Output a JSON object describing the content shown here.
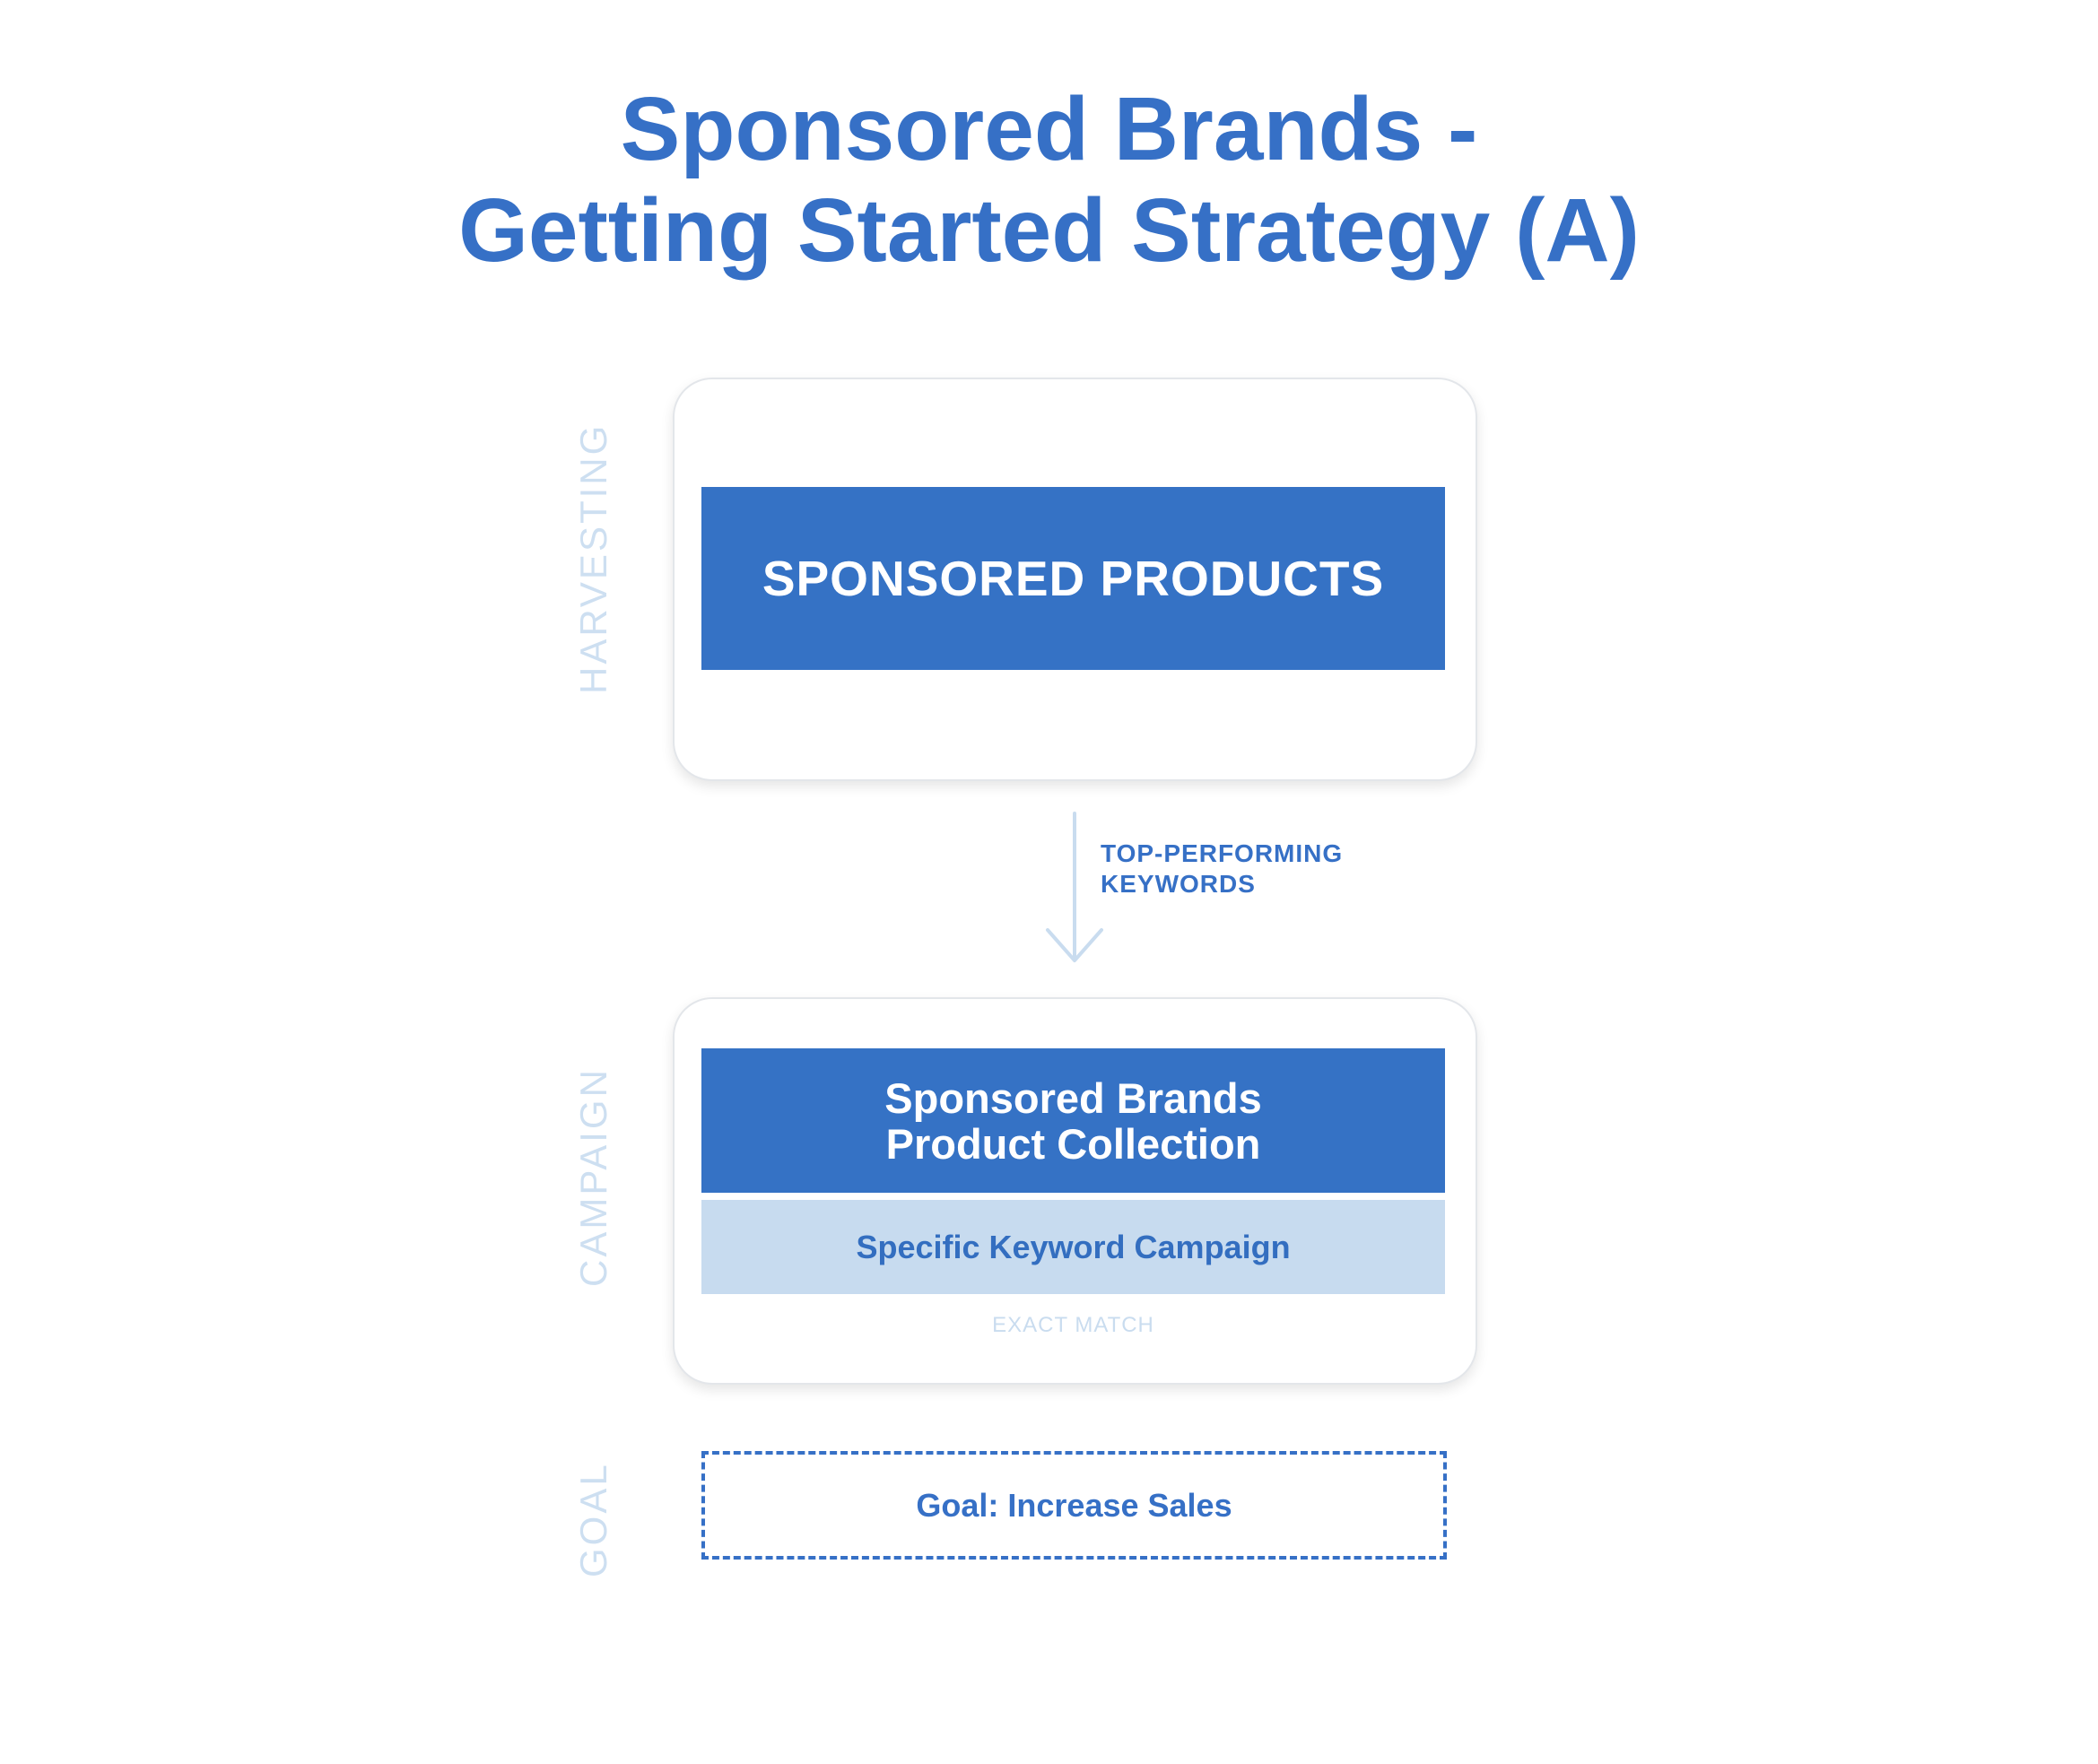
{
  "title": {
    "line1": "Sponsored Brands -",
    "line2": "Getting Started Strategy (A)"
  },
  "stages": {
    "harvesting": "HARVESTING",
    "campaign": "CAMPAIGN",
    "goal": "GOAL"
  },
  "harvesting_box": {
    "label": "SPONSORED PRODUCTS"
  },
  "connector": {
    "label_line1": "TOP-PERFORMING",
    "label_line2": "KEYWORDS"
  },
  "campaign_box": {
    "title_line1": "Sponsored Brands",
    "title_line2": "Product Collection",
    "subtitle": "Specific Keyword Campaign",
    "match_type": "EXACT MATCH"
  },
  "goal_box": {
    "label": "Goal: Increase Sales"
  },
  "colors": {
    "primary": "#3572c5",
    "light": "#c7dbef",
    "faint": "#cddff1"
  }
}
